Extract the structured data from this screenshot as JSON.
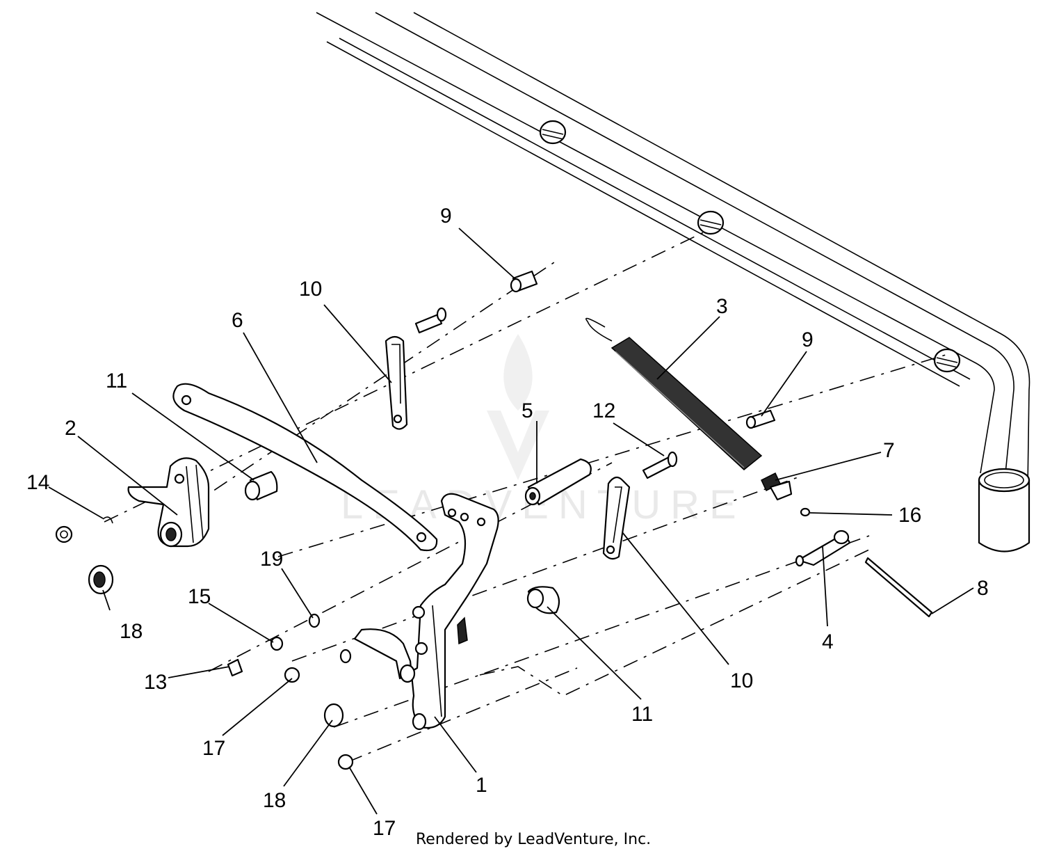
{
  "diagram": {
    "callouts": [
      {
        "id": "c9a",
        "label": "9"
      },
      {
        "id": "c10a",
        "label": "10"
      },
      {
        "id": "c6",
        "label": "6"
      },
      {
        "id": "c3",
        "label": "3"
      },
      {
        "id": "c9b",
        "label": "9"
      },
      {
        "id": "c11a",
        "label": "11"
      },
      {
        "id": "c2",
        "label": "2"
      },
      {
        "id": "c5",
        "label": "5"
      },
      {
        "id": "c12",
        "label": "12"
      },
      {
        "id": "c7",
        "label": "7"
      },
      {
        "id": "c14",
        "label": "14"
      },
      {
        "id": "c16",
        "label": "16"
      },
      {
        "id": "c19",
        "label": "19"
      },
      {
        "id": "c8",
        "label": "8"
      },
      {
        "id": "c15",
        "label": "15"
      },
      {
        "id": "c18a",
        "label": "18"
      },
      {
        "id": "c4",
        "label": "4"
      },
      {
        "id": "c13",
        "label": "13"
      },
      {
        "id": "c10b",
        "label": "10"
      },
      {
        "id": "c11b",
        "label": "11"
      },
      {
        "id": "c17a",
        "label": "17"
      },
      {
        "id": "c1",
        "label": "1"
      },
      {
        "id": "c18b",
        "label": "18"
      },
      {
        "id": "c17b",
        "label": "17"
      }
    ],
    "watermark_text": "LEADVENTURE",
    "footer": "Rendered by LeadVenture, Inc."
  }
}
